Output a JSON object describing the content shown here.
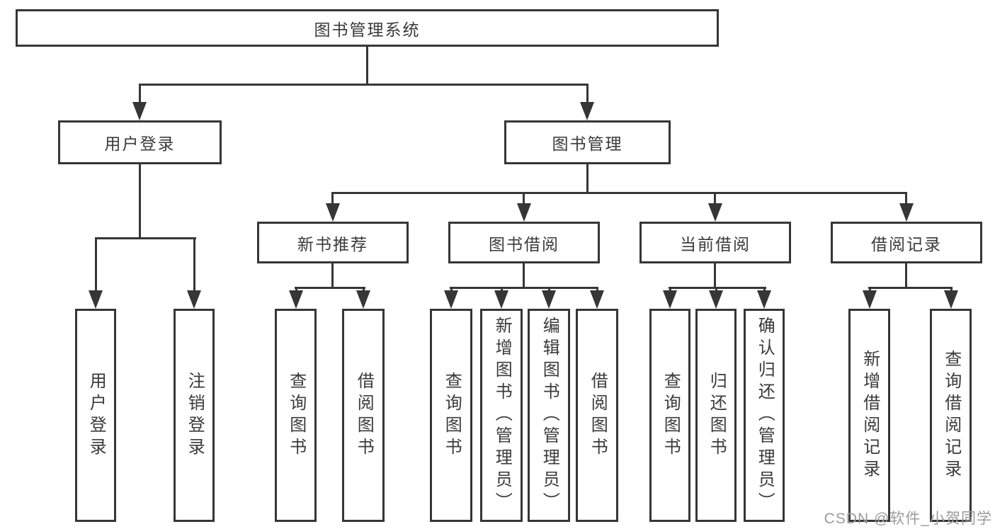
{
  "diagram_title": "图书管理系统",
  "nodes": {
    "root": "图书管理系统",
    "level2": [
      "用户登录",
      "图书管理"
    ],
    "level3": [
      "新书推荐",
      "图书借阅",
      "当前借阅",
      "借阅记录"
    ],
    "leaves": [
      "用户登录",
      "注销登录",
      "查询图书",
      "借阅图书",
      "查询图书",
      "新增图书（管理员）",
      "编辑图书（管理员）",
      "借阅图书",
      "查询图书",
      "归还图书",
      "确认归还（管理员）",
      "新增借阅记录",
      "查询借阅记录"
    ]
  },
  "hierarchy": [
    {
      "parent": "图书管理系统",
      "children": [
        "用户登录",
        "图书管理"
      ]
    },
    {
      "parent": "用户登录",
      "children": [
        "用户登录",
        "注销登录"
      ]
    },
    {
      "parent": "图书管理",
      "children": [
        "新书推荐",
        "图书借阅",
        "当前借阅",
        "借阅记录"
      ]
    },
    {
      "parent": "新书推荐",
      "children": [
        "查询图书",
        "借阅图书"
      ]
    },
    {
      "parent": "图书借阅",
      "children": [
        "查询图书",
        "新增图书（管理员）",
        "编辑图书（管理员）",
        "借阅图书"
      ]
    },
    {
      "parent": "当前借阅",
      "children": [
        "查询图书",
        "归还图书",
        "确认归还（管理员）"
      ]
    },
    {
      "parent": "借阅记录",
      "children": [
        "新增借阅记录",
        "查询借阅记录"
      ]
    }
  ],
  "watermark": "CSDN @软件_小贺同学",
  "colors": {
    "line": "#363636",
    "text": "#3a3a3a",
    "background": "#ffffff",
    "watermark": "#9b9b9b"
  }
}
